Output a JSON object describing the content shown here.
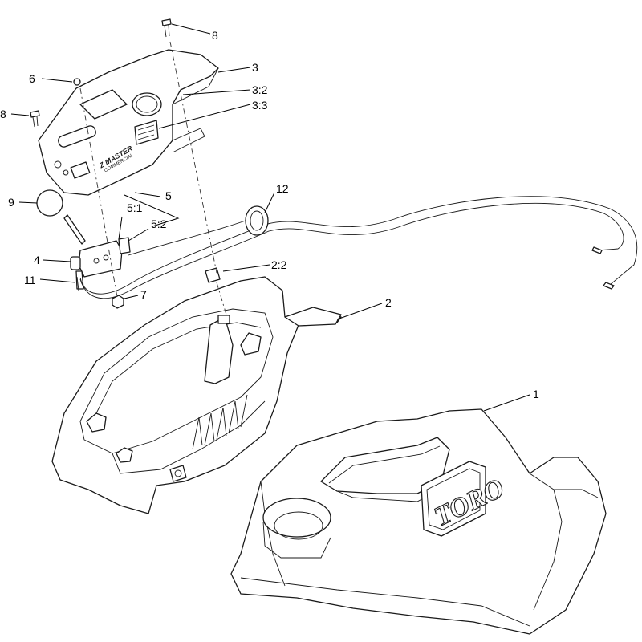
{
  "callouts": [
    {
      "id": "8a",
      "label": "8"
    },
    {
      "id": "3",
      "label": "3"
    },
    {
      "id": "6",
      "label": "6"
    },
    {
      "id": "3_2",
      "label": "3:2"
    },
    {
      "id": "8b",
      "label": "8"
    },
    {
      "id": "3_3",
      "label": "3:3"
    },
    {
      "id": "5",
      "label": "5"
    },
    {
      "id": "12",
      "label": "12"
    },
    {
      "id": "9",
      "label": "9"
    },
    {
      "id": "5_1",
      "label": "5:1"
    },
    {
      "id": "5_2",
      "label": "5:2"
    },
    {
      "id": "4",
      "label": "4"
    },
    {
      "id": "2_2",
      "label": "2:2"
    },
    {
      "id": "11",
      "label": "11"
    },
    {
      "id": "7",
      "label": "7"
    },
    {
      "id": "2",
      "label": "2"
    },
    {
      "id": "1",
      "label": "1"
    }
  ],
  "decal": {
    "line1": "Z MASTER",
    "line2": "COMMERCIAL"
  },
  "brand": "TORO"
}
